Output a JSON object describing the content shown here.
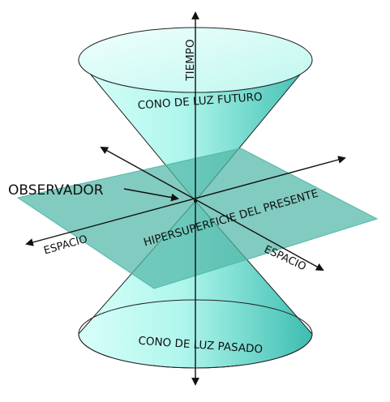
{
  "diagram": {
    "labels": {
      "time_axis": "TIEMPO",
      "future_cone": "CONO DE LUZ FUTURO",
      "past_cone": "CONO DE LUZ PASADO",
      "observer": "OBSERVADOR",
      "present_hypersurface": "HIPERSUPERFICIE DEL PRESENTE",
      "space_left": "ESPACIO",
      "space_right": "ESPACIO"
    },
    "colors": {
      "cone_light": "#e6fffb",
      "cone_mid": "#7fe9dc",
      "cone_dark": "#33b5a8",
      "plane": "#52b7a8",
      "stroke": "#222222",
      "background": "#ffffff"
    }
  }
}
